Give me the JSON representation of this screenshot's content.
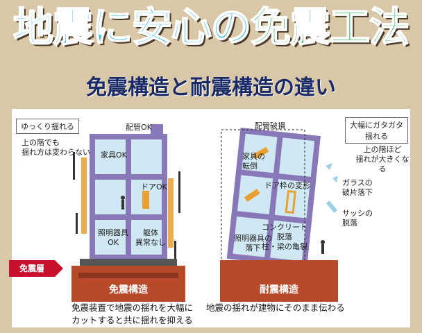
{
  "title": {
    "part1": "地震に安心の",
    "part2": "免震工法"
  },
  "subtitle": "免震構造と耐震構造の違い",
  "left": {
    "badge": "ゆっくり揺れる",
    "note_line1": "上の階でも",
    "note_line2": "揺れ方は変わらない",
    "pipe_label": "配管OK",
    "room_furniture": "家具OK",
    "room_door": "ドアOK",
    "room_light_line1": "照明器具",
    "room_light_line2": "OK",
    "room_body_line1": "躯体",
    "room_body_line2": "異常なし",
    "layer_tag": "免震層",
    "ground_label": "免震構造",
    "caption_line1": "免震装置で地震の揺れを大幅に",
    "caption_line2": "カットすると共に揺れを抑える"
  },
  "right": {
    "badge_line1": "大幅にガタガタ",
    "badge_line2": "揺れる",
    "note_line1": "上の階ほど",
    "note_line2": "揺れが大きくなる",
    "pipe_label": "配管破損",
    "room_furniture_line1": "家具の",
    "room_furniture_line2": "転倒",
    "room_door": "ドア枠の変形",
    "glass_line1": "ガラスの",
    "glass_line2": "破片落下",
    "sash_line1": "サッシの",
    "sash_line2": "脱落",
    "concrete_line1": "コンクリート",
    "concrete_line2": "脱落",
    "concrete_line3": "柱・梁の亀裂",
    "light_line1": "照明器具の",
    "light_line2": "落下",
    "ground_label": "耐震構造",
    "caption": "地震の揺れが建物にそのまま伝わる"
  },
  "colors": {
    "building": "#8878b8",
    "window": "#cfe8f4",
    "ground": "#b84a2a",
    "tag": "#c8102e",
    "title_blue": "#33b8e6",
    "title_green": "#18a648",
    "subtitle": "#1a2a66"
  }
}
